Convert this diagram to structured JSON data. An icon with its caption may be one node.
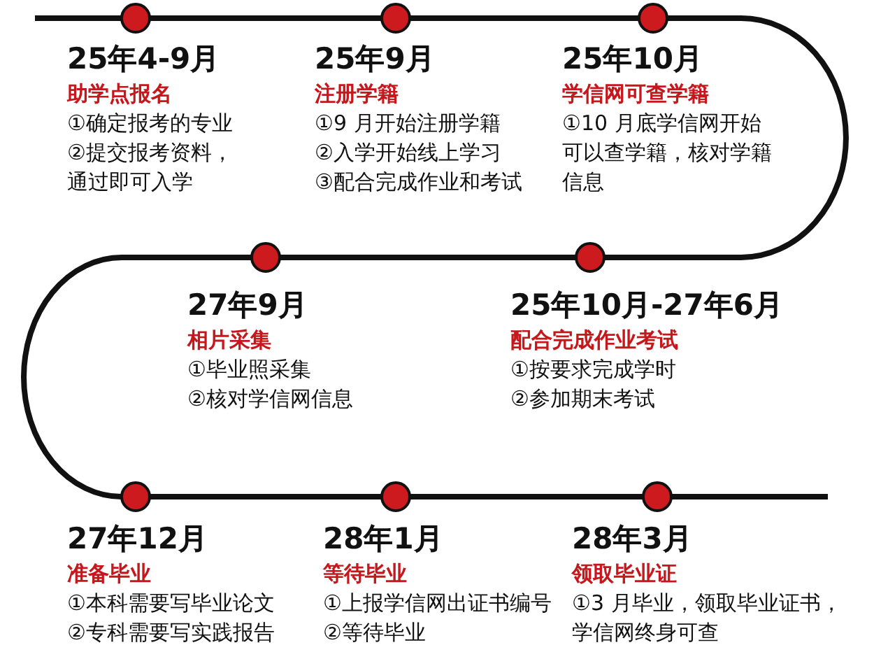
{
  "diagram": {
    "nodes": [
      {
        "text": [],
        "shape": "circle",
        "beside": [
          "25年4-9月",
          "助学点报名",
          "①确定报考的专业",
          "②提交报考资料，通过即可入学"
        ]
      },
      {
        "text": [],
        "shape": "circle",
        "beside": [
          "25年9月",
          "注册学籍",
          "①9 月开始注册学籍",
          "②入学开始线上学习",
          "③配合完成作业和考试"
        ]
      },
      {
        "text": [],
        "shape": "circle",
        "beside": [
          "25年10月",
          "学信网可查学籍",
          "①10 月底学信网开始可以查学籍，核对学籍信息"
        ]
      },
      {
        "text": [],
        "shape": "circle",
        "beside": [
          "25年10月-27年6月",
          "配合完成作业考试",
          "①按要求完成学时",
          "②参加期末考试"
        ]
      },
      {
        "text": [],
        "shape": "circle",
        "beside": [
          "27年9月",
          "相片采集",
          "①毕业照采集",
          "②核对学信网信息"
        ]
      },
      {
        "text": [],
        "shape": "circle",
        "beside": [
          "27年12月",
          "准备毕业",
          "①本科需要写毕业论文",
          "②专科需要写实践报告"
        ]
      },
      {
        "text": [],
        "shape": "circle",
        "beside": [
          "28年1月",
          "等待毕业",
          "①上报学信网出证书编号",
          "②等待毕业"
        ]
      },
      {
        "text": [],
        "shape": "circle",
        "beside": [
          "28年3月",
          "领取毕业证",
          "①3 月毕业，领取毕业证书，学信网终身可查"
        ]
      }
    ],
    "edges": [
      {
        "from": null,
        "to": 0,
        "arrow": "none"
      },
      {
        "from": 0,
        "to": 1,
        "arrow": "none"
      },
      {
        "from": 1,
        "to": 2,
        "arrow": "none"
      },
      {
        "from": 2,
        "to": 3,
        "arrow": "none"
      },
      {
        "from": 3,
        "to": 4,
        "arrow": "none"
      },
      {
        "from": 4,
        "to": 5,
        "arrow": "none"
      },
      {
        "from": 5,
        "to": 6,
        "arrow": "none"
      },
      {
        "from": 6,
        "to": 7,
        "arrow": "none"
      },
      {
        "from": 7,
        "to": null,
        "arrow": "none"
      }
    ]
  }
}
